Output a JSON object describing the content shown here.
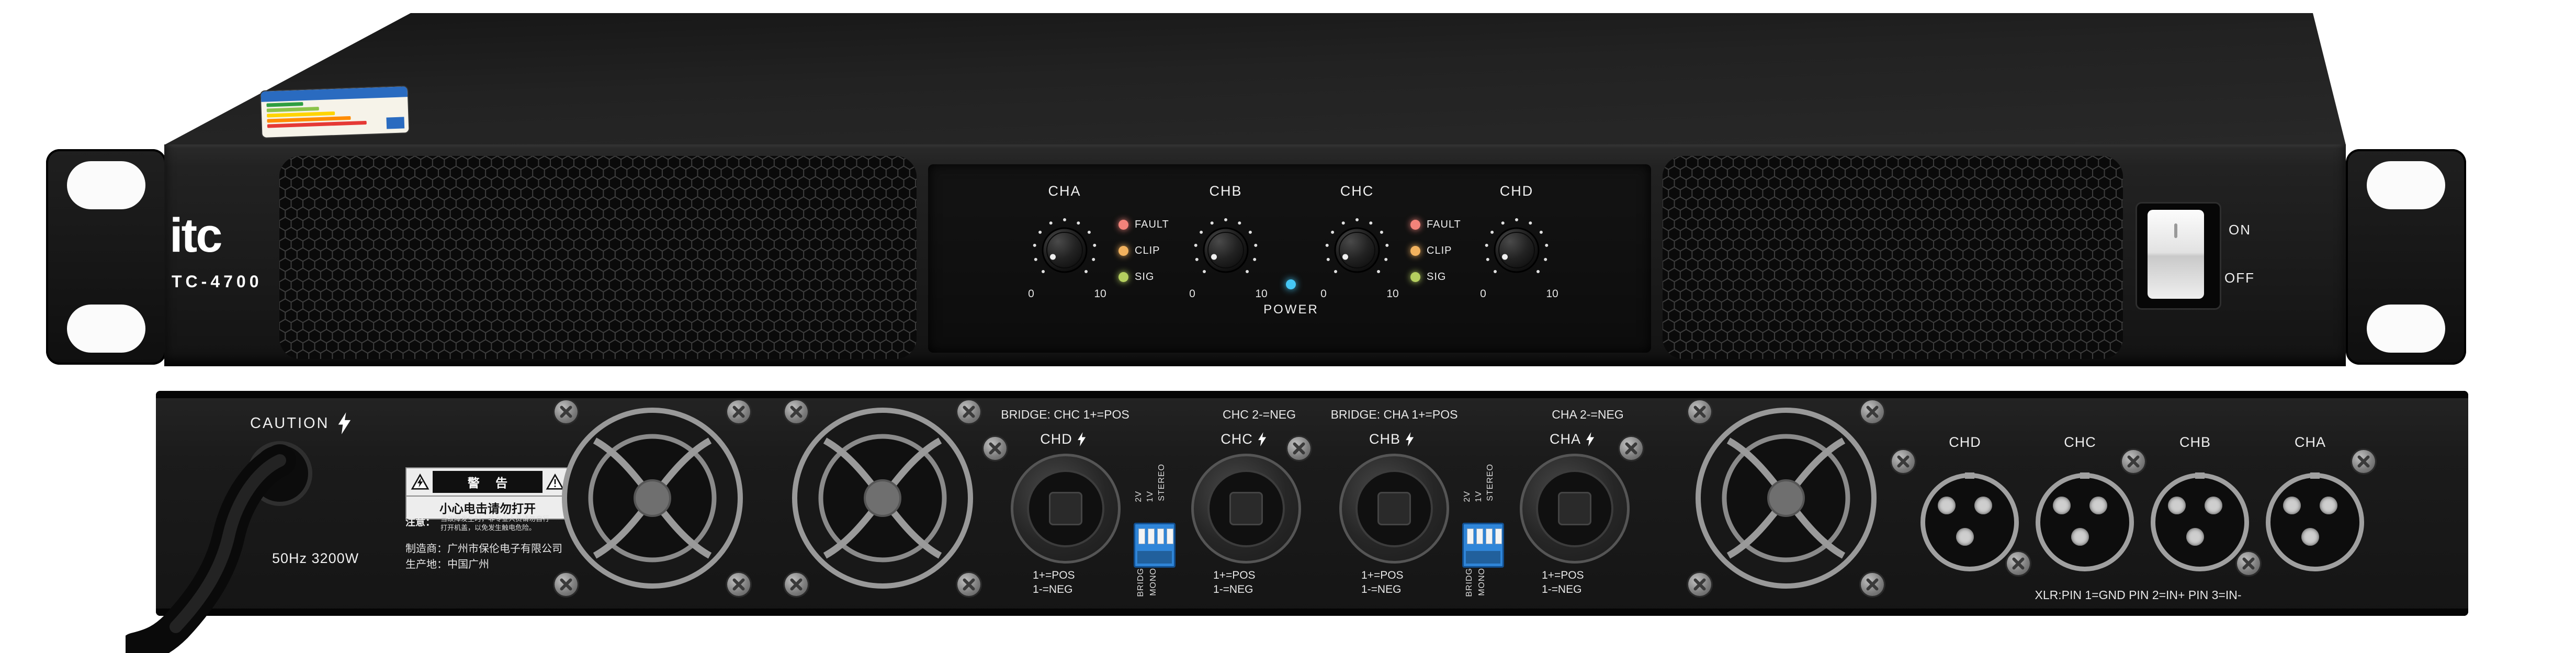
{
  "front": {
    "brand": "itc",
    "model": "TC-4700",
    "channels": [
      {
        "label": "CHA",
        "min": "0",
        "max": "10"
      },
      {
        "label": "CHB",
        "min": "0",
        "max": "10"
      },
      {
        "label": "CHC",
        "min": "0",
        "max": "10"
      },
      {
        "label": "CHD",
        "min": "0",
        "max": "10"
      }
    ],
    "leds": {
      "fault": "FAULT",
      "clip": "CLIP",
      "sig": "SIG"
    },
    "power_label": "POWER",
    "switch": {
      "on": "ON",
      "off": "OFF"
    },
    "colors": {
      "fault_led": "#f2837a",
      "clip_led": "#f2b25e",
      "sig_led": "#b5cf5f",
      "power_led": "#45c7f5"
    }
  },
  "rear": {
    "caution": "CAUTION",
    "warning": {
      "title": "警 告",
      "subtitle": "小心电击请勿打开",
      "notice_label": "注意：",
      "notice_line1": "当故障发生时，非专业人员请勿自行",
      "notice_line2": "打开机盖，以免发生触电危险。"
    },
    "power_rating": "50Hz 3200W",
    "manufacturer": "制造商：广州市保伦电子有限公司",
    "origin": "生产地：中国广州",
    "speaker_groups": [
      {
        "bridge_left": "BRIDGE: CHC 1+=POS",
        "bridge_right": "CHC 2-=NEG",
        "connectors": [
          {
            "label": "CHD",
            "pos": "1+=POS",
            "neg": "1-=NEG"
          },
          {
            "label": "CHC",
            "pos": "1+=POS",
            "neg": "1-=NEG"
          }
        ]
      },
      {
        "bridge_left": "BRIDGE: CHA 1+=POS",
        "bridge_right": "CHA 2-=NEG",
        "connectors": [
          {
            "label": "CHB",
            "pos": "1+=POS",
            "neg": "1-=NEG"
          },
          {
            "label": "CHA",
            "pos": "1+=POS",
            "neg": "1-=NEG"
          }
        ]
      }
    ],
    "dip_labels": {
      "v2": "2V",
      "v1": "1V",
      "stereo": "STEREO",
      "bridge": "BRIDG",
      "mono": "MONO"
    },
    "xlr_labels": [
      "CHD",
      "CHC",
      "CHB",
      "CHA"
    ],
    "xlr_pin_info": "XLR:PIN 1=GND PIN 2=IN+ PIN 3=IN-"
  }
}
